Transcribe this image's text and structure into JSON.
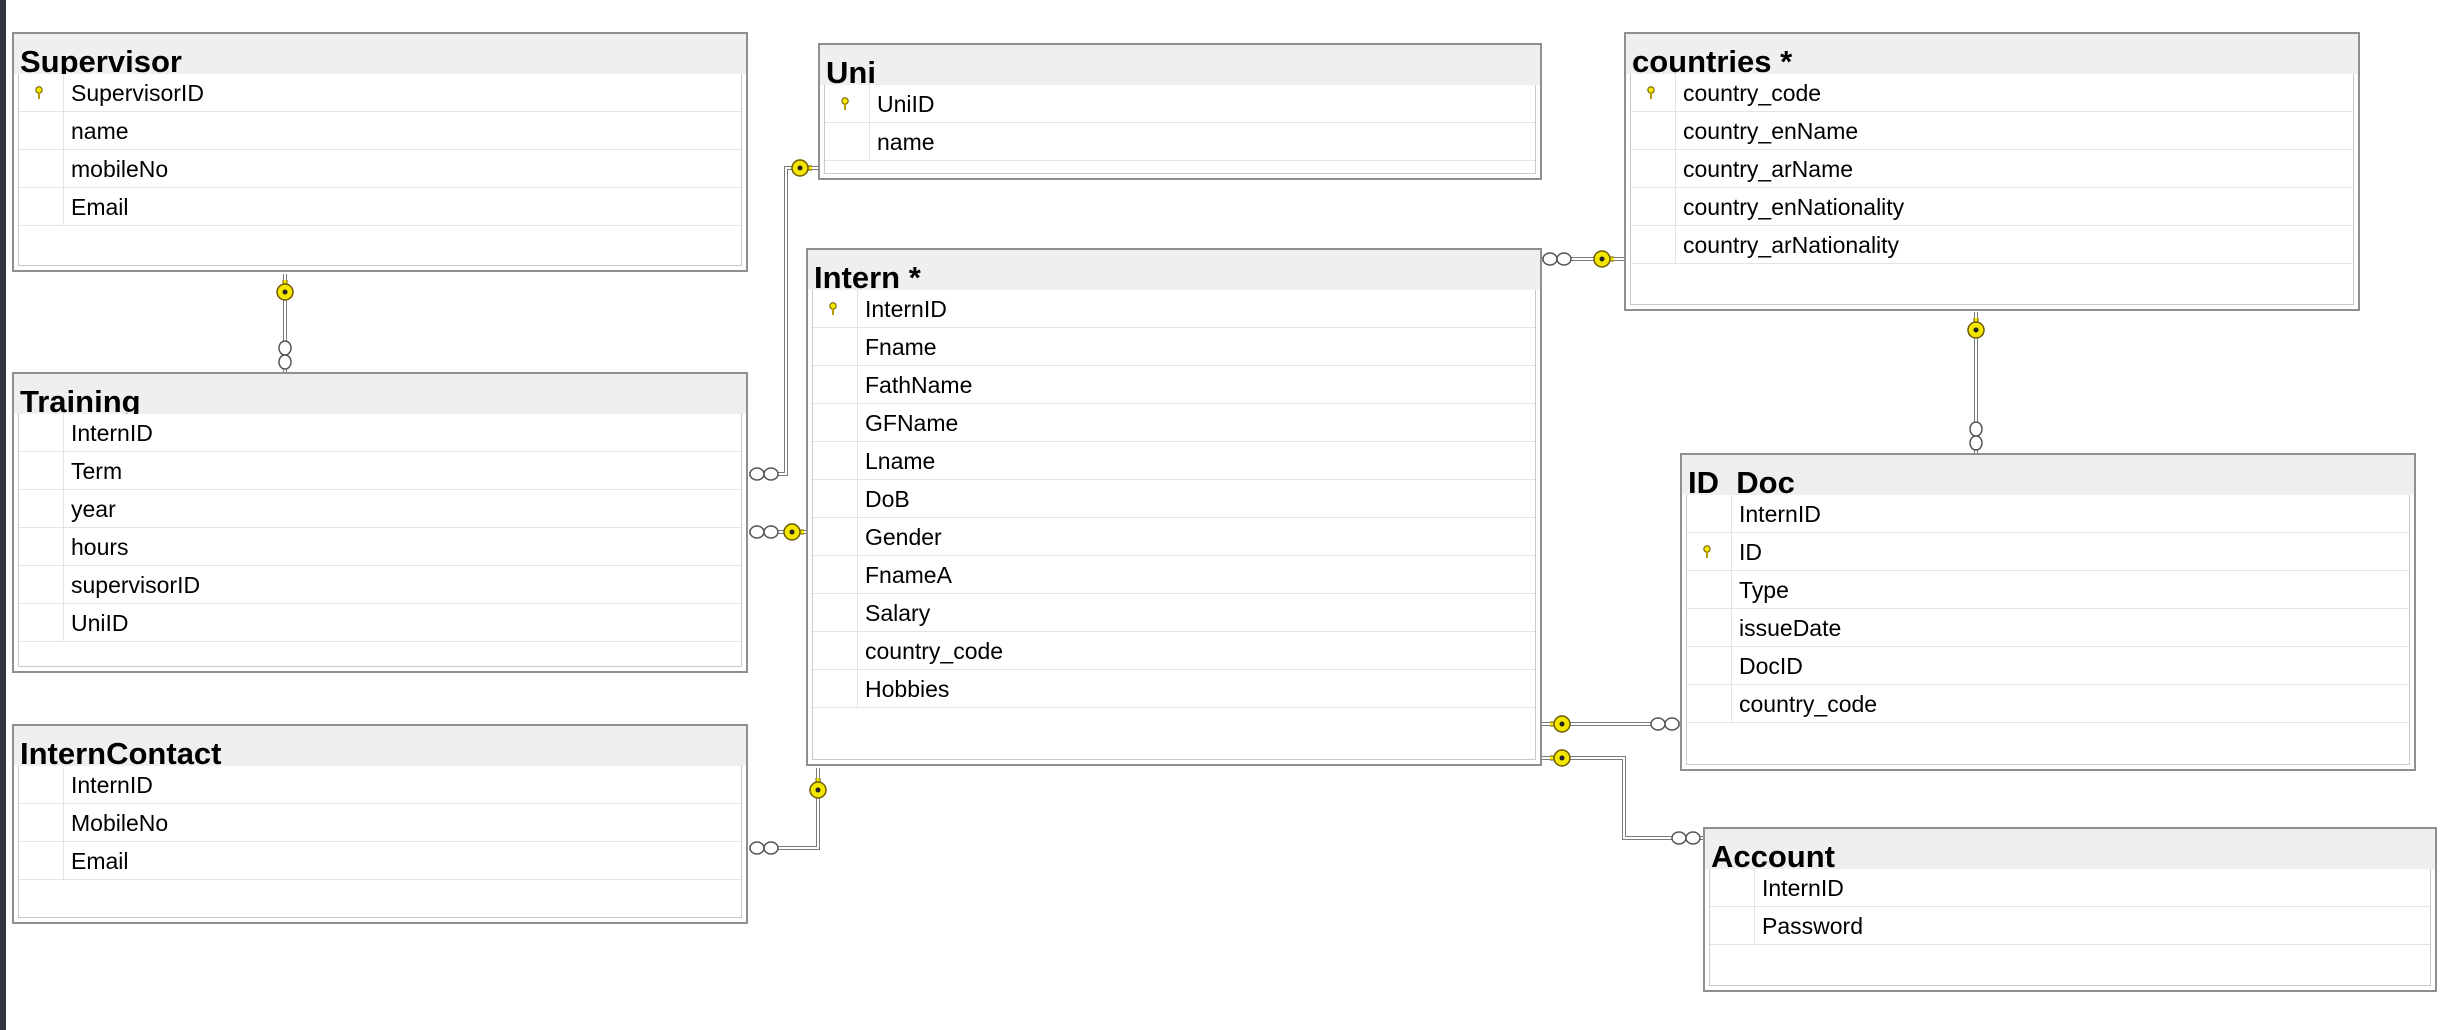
{
  "diagram": {
    "tables": [
      {
        "id": "supervisor",
        "title": "Supervisor",
        "columns": [
          {
            "name": "SupervisorID",
            "pk": true
          },
          {
            "name": "name",
            "pk": false
          },
          {
            "name": "mobileNo",
            "pk": false
          },
          {
            "name": "Email",
            "pk": false
          }
        ]
      },
      {
        "id": "uni",
        "title": "Uni",
        "columns": [
          {
            "name": "UniID",
            "pk": true
          },
          {
            "name": "name",
            "pk": false
          }
        ]
      },
      {
        "id": "countries",
        "title": "countries *",
        "columns": [
          {
            "name": "country_code",
            "pk": true
          },
          {
            "name": "country_enName",
            "pk": false
          },
          {
            "name": "country_arName",
            "pk": false
          },
          {
            "name": "country_enNationality",
            "pk": false
          },
          {
            "name": "country_arNationality",
            "pk": false
          }
        ]
      },
      {
        "id": "training",
        "title": "Training",
        "columns": [
          {
            "name": "InternID",
            "pk": false
          },
          {
            "name": "Term",
            "pk": false
          },
          {
            "name": "year",
            "pk": false
          },
          {
            "name": "hours",
            "pk": false
          },
          {
            "name": "supervisorID",
            "pk": false
          },
          {
            "name": "UniID",
            "pk": false
          }
        ]
      },
      {
        "id": "intern",
        "title": "Intern *",
        "columns": [
          {
            "name": "InternID",
            "pk": true
          },
          {
            "name": "Fname",
            "pk": false
          },
          {
            "name": "FathName",
            "pk": false
          },
          {
            "name": "GFName",
            "pk": false
          },
          {
            "name": "Lname",
            "pk": false
          },
          {
            "name": "DoB",
            "pk": false
          },
          {
            "name": "Gender",
            "pk": false
          },
          {
            "name": "FnameA",
            "pk": false
          },
          {
            "name": "Salary",
            "pk": false
          },
          {
            "name": "country_code",
            "pk": false
          },
          {
            "name": "Hobbies",
            "pk": false
          }
        ]
      },
      {
        "id": "iddoc",
        "title": "ID_Doc",
        "columns": [
          {
            "name": "InternID",
            "pk": false
          },
          {
            "name": "ID",
            "pk": true
          },
          {
            "name": "Type",
            "pk": false
          },
          {
            "name": "issueDate",
            "pk": false
          },
          {
            "name": "DocID",
            "pk": false
          },
          {
            "name": "country_code",
            "pk": false
          }
        ]
      },
      {
        "id": "interncontact",
        "title": "InternContact",
        "columns": [
          {
            "name": "InternID",
            "pk": false
          },
          {
            "name": "MobileNo",
            "pk": false
          },
          {
            "name": "Email",
            "pk": false
          }
        ]
      },
      {
        "id": "account",
        "title": "Account",
        "columns": [
          {
            "name": "InternID",
            "pk": false
          },
          {
            "name": "Password",
            "pk": false
          }
        ]
      }
    ],
    "colors": {
      "key_fill": "#f5e600",
      "connector_line": "#555555",
      "header_bg": "#efefef",
      "table_border": "#8f8f8f"
    }
  }
}
